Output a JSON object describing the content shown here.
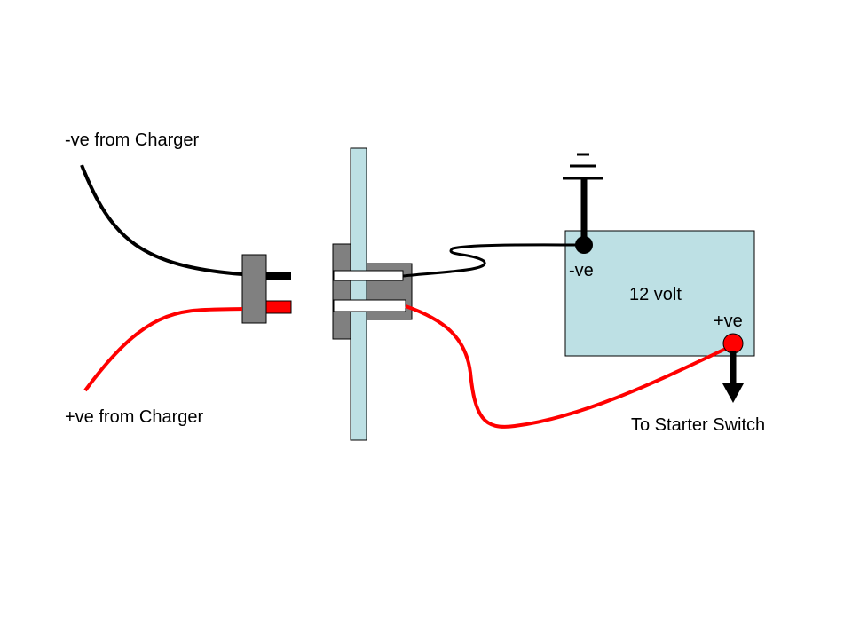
{
  "labels": {
    "neg_from_charger": "-ve from Charger",
    "pos_from_charger": "+ve from Charger",
    "battery_neg": "-ve",
    "battery_voltage": "12 volt",
    "battery_pos": "+ve",
    "to_starter": "To Starter Switch"
  },
  "colors": {
    "negative_wire": "#000000",
    "positive_wire": "#ff0000",
    "battery_fill": "#bde0e4",
    "panel_fill": "#bde0e4",
    "connector_fill": "#808080"
  }
}
